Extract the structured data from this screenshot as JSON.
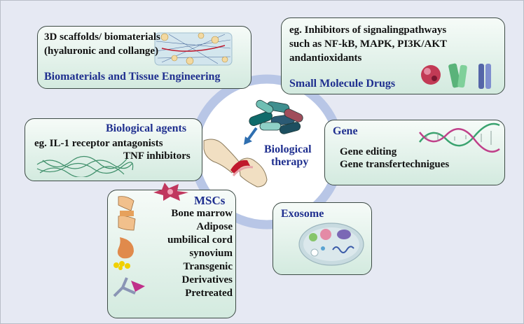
{
  "center": {
    "title_line1": "Biological",
    "title_line2": "therapy"
  },
  "biomaterials": {
    "lines": [
      "3D scaffolds/ biomaterials",
      "(hyaluronic and collange)"
    ],
    "title": "Biomaterials and Tissue Engineering"
  },
  "small_molecule": {
    "lines": [
      "eg. Inhibitors of signalingpathways",
      "such as NF-kB, MAPK, PI3K/AKT",
      "andantioxidants"
    ],
    "title": "Small Molecule Drugs"
  },
  "biological_agents": {
    "title": "Biological agents",
    "lines": [
      "eg. IL-1 receptor antagonists",
      "TNF inhibitors"
    ]
  },
  "gene": {
    "title": "Gene",
    "lines": [
      "Gene editing",
      "Gene transfertechnigues"
    ]
  },
  "mscs": {
    "title": "MSCs",
    "items": [
      "Bone marrow",
      "Adipose",
      "umbilical cord",
      "synovium",
      "Transgenic",
      "Derivatives",
      "Pretreated"
    ]
  },
  "exosome": {
    "title": "Exosome"
  },
  "colors": {
    "title_blue": "#1f2f8f",
    "box_fill": "#d3eadf",
    "ring": "#b8c6e6",
    "cartilage_red": "#c0182d",
    "bone": "#f1dfc2"
  },
  "icons": [
    "scaffold-icon",
    "drug-molecule-icon",
    "fiber-network-icon",
    "dna-helix-icon",
    "cell-icon",
    "joint-icon",
    "fat-tissue-icon",
    "antibody-icon",
    "exosome-vesicle-icon",
    "capsules-icon"
  ]
}
